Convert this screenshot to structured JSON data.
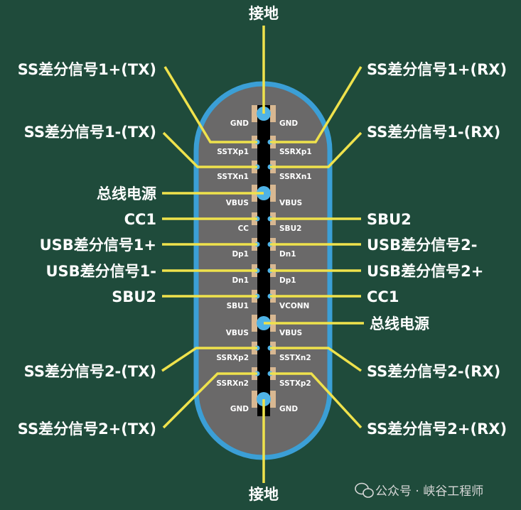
{
  "colors": {
    "background": "#1f4b3b",
    "connector_fill": "#6a6969",
    "connector_border": "#3b9fd6",
    "line": "#efe24c",
    "pad": "#d8b892",
    "contact": "#4fb3e6",
    "tongue": "#000000"
  },
  "ground_top": "接地",
  "ground_bottom": "接地",
  "pins_left": [
    "GND",
    "SSTXp1",
    "SSTXn1",
    "VBUS",
    "CC",
    "Dp1",
    "Dn1",
    "SBU1",
    "VBUS",
    "SSRXp2",
    "SSRXn2",
    "GND"
  ],
  "pins_right": [
    "GND",
    "SSRXp1",
    "SSRXn1",
    "VBUS",
    "SBU2",
    "Dn1",
    "Dp1",
    "VCONN",
    "VBUS",
    "SSTXn2",
    "SSTXp2",
    "GND"
  ],
  "callouts_left": [
    "SS差分信号1+(TX)",
    "SS差分信号1-(TX)",
    "总线电源",
    "CC1",
    "USB差分信号1+",
    "USB差分信号1-",
    "SBU2",
    "SS差分信号2-(TX)",
    "SS差分信号2+(TX)"
  ],
  "callouts_right": [
    "SS差分信号1+(RX)",
    "SS差分信号1-(RX)",
    "SBU2",
    "USB差分信号2-",
    "USB差分信号2+",
    "CC1",
    "总线电源",
    "SS差分信号2-(RX)",
    "SS差分信号2+(RX)"
  ],
  "watermark": {
    "icon": "wechat-icon",
    "text": "公众号 · 峡谷工程师"
  }
}
